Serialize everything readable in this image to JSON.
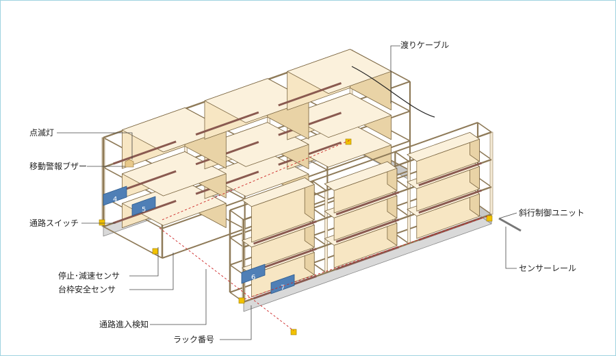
{
  "diagram": {
    "labels": {
      "cable": "渡りケーブル",
      "flashing_light": "点滅灯",
      "buzzer": "移動警報ブザー",
      "aisle_switch": "通路スイッチ",
      "stop_decel_sensor": "停止･減速センサ",
      "frame_safety_sensor": "台枠安全センサ",
      "aisle_entry_detect": "通路進入検知",
      "rack_number": "ラック番号",
      "control_unit": "斜行制御ユニット",
      "sensor_rail": "センサーレール"
    },
    "rack_numbers": [
      "4",
      "5",
      "6",
      "7"
    ]
  }
}
